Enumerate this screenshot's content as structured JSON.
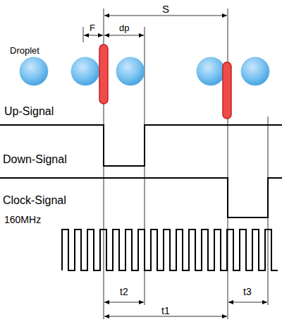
{
  "diagram": {
    "labels": [
      "S",
      "F",
      "dp",
      "Droplet",
      "Up-Signal",
      "Down-Signal",
      "Clock-Signal",
      "160MHz",
      "t2",
      "t1",
      "t3"
    ]
  }
}
